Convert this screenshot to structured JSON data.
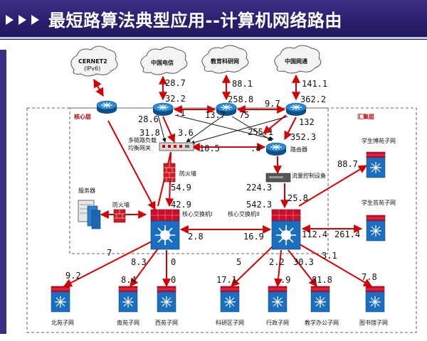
{
  "slide": {
    "title": "最短路算法典型应用--计算机网络路由"
  },
  "colors": {
    "header": "#2a1f6e",
    "link": "#d40000",
    "router": "#1e74b8",
    "switch_top": "#c8102e",
    "switch_body": "#1a6fc0"
  },
  "zones": {
    "core": "核心层",
    "aggregation": "汇聚层"
  },
  "clouds": [
    {
      "id": "cernet",
      "label": "CERNET2",
      "sub": "(IPv6)"
    },
    {
      "id": "telecom",
      "label": "中国电信",
      "sub": ""
    },
    {
      "id": "edu",
      "label": "教育科研网",
      "sub": ""
    },
    {
      "id": "unicom",
      "label": "中国网通",
      "sub": ""
    }
  ],
  "devices": {
    "load_balancer": [
      "多链路负载",
      "均衡网关"
    ],
    "router": "路由器",
    "firewall_top": "防火墙",
    "firewall_left": "防火墙",
    "server": "服务器",
    "traffic": "流量控制设备",
    "core1": "核心交换机I",
    "core2": "核心交换机II",
    "museum": "学生博苑子网",
    "xueyuan": "学生苔苑子网",
    "beiyuan": "北苑子网",
    "nanyuan": "南苑子网",
    "xiyuan": "西苑子网",
    "keyan": "科研区子网",
    "xingzheng": "行政子网",
    "jiaoxue": "教学办公子网",
    "library": "图书馆子网"
  },
  "weights": {
    "w_28_7": "28.7",
    "w_32_2": "32.2",
    "w_88_1": "88.1",
    "w_258_8": "258.8",
    "w_141_1": "141.1",
    "w_362_2": "362.2",
    "w_9_7": "9.7",
    "w_132": "132",
    "w_28_6": "28.6",
    "w_dot1": ".1",
    "w_13_7": "13.7",
    "w_75": "75",
    "w_31_8": "31.8",
    "w_3_6": "3.6",
    "w_255_1": "255.1",
    "w_352_3": "352.3",
    "w_10_5": "10.5",
    "w_dot4": ".4",
    "w_54_9": "54.9",
    "w_224_3": "224.3",
    "w_88_7": "88.7",
    "w_25_8": "25.8",
    "w_42_9": "42.9",
    "w_542_3": "542.3",
    "w_2_8": "2.8",
    "w_16_9": "16.9",
    "w_112_4": "112.4",
    "w_261_4": "261.4",
    "w_7": "7",
    "w_8_3": "8.3",
    "w_0a": "0",
    "w_3_1": "3.1",
    "w_9_2": "9.2",
    "w_8_4": "8.4",
    "w_0b": "0",
    "w_5": "5",
    "w_2_2": "2.2",
    "w_30_3": "30.3",
    "w_7_8": "7.8",
    "w_17_1": "17.1",
    "w_dot9": ".9",
    "w_81_8": "81.8"
  }
}
